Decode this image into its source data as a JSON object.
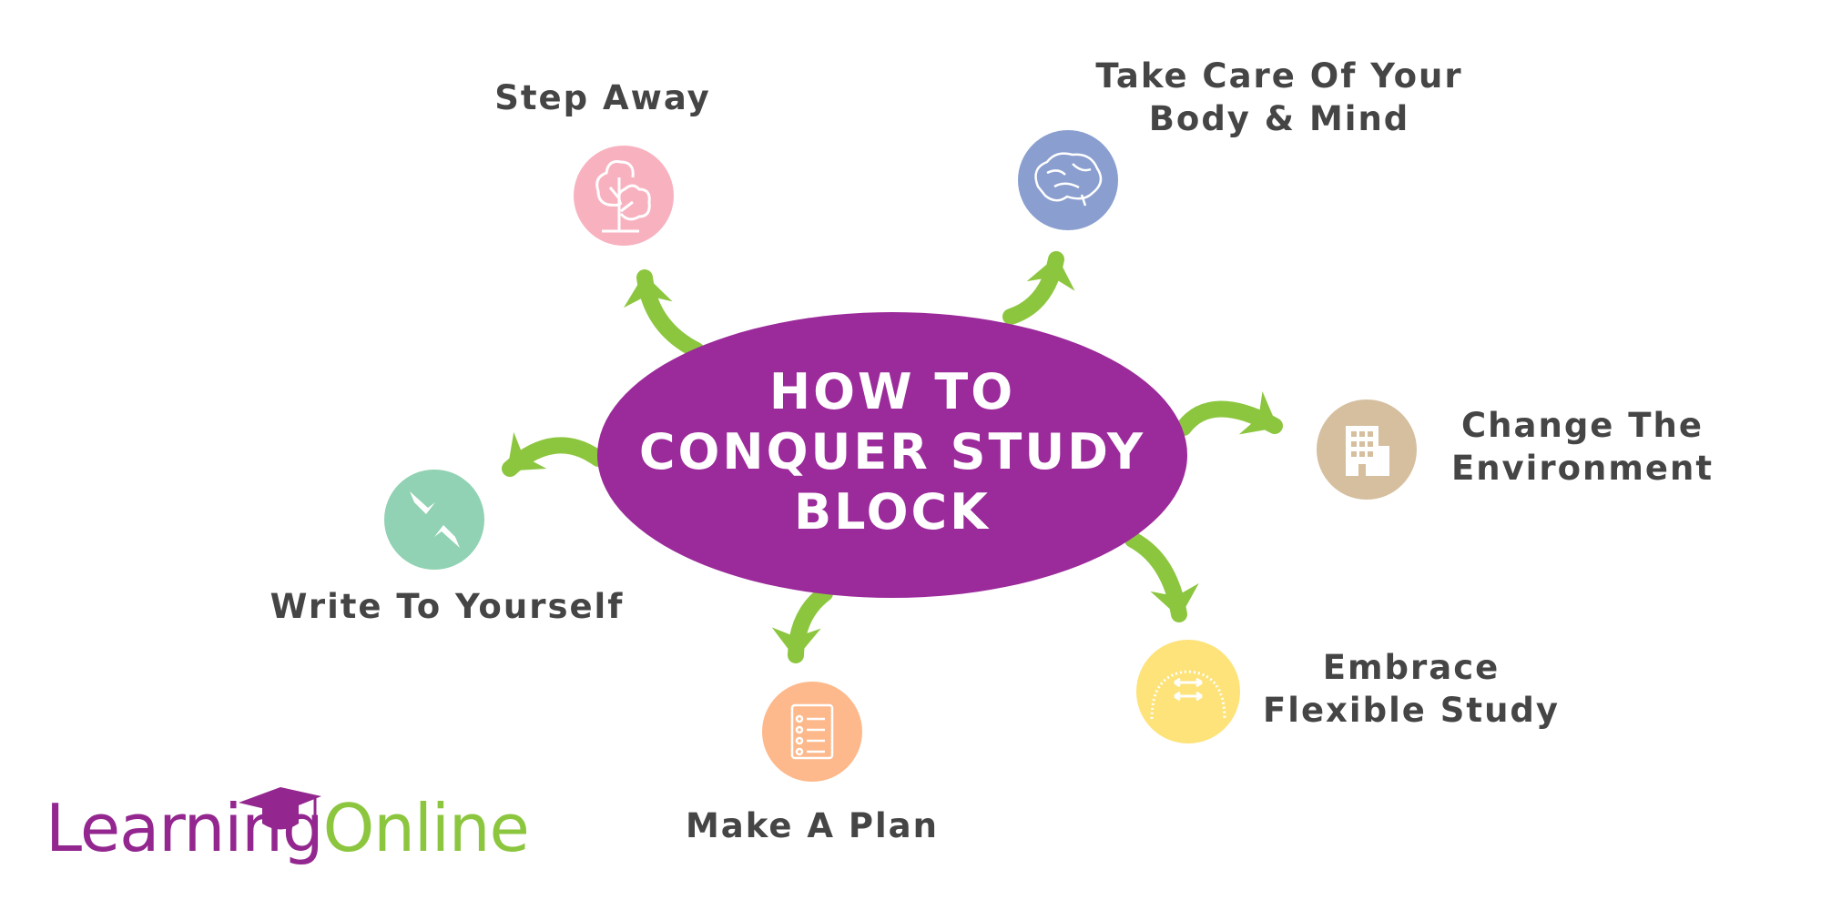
{
  "center": {
    "title_lines": [
      "HOW TO",
      "CONQUER STUDY",
      "BLOCK"
    ]
  },
  "nodes": [
    {
      "id": "step-away",
      "lines": [
        "Step Away"
      ],
      "icon": "tree-icon",
      "color": "#f8b2bf"
    },
    {
      "id": "body-mind",
      "lines": [
        "Take Care Of Your",
        "Body & Mind"
      ],
      "icon": "brain-icon",
      "color": "#8a9fcf"
    },
    {
      "id": "environment",
      "lines": [
        "Change The",
        "Environment"
      ],
      "icon": "building-icon",
      "color": "#d5bf9f"
    },
    {
      "id": "flexible",
      "lines": [
        "Embrace",
        "Flexible Study"
      ],
      "icon": "flexible-arc-icon",
      "color": "#fde37a"
    },
    {
      "id": "plan",
      "lines": [
        "Make A Plan"
      ],
      "icon": "checklist-icon",
      "color": "#fdb98b"
    },
    {
      "id": "write",
      "lines": [
        "Write To Yourself"
      ],
      "icon": "hands-icon",
      "color": "#90d2b3"
    }
  ],
  "colors": {
    "center": "#9b2a9a",
    "arrow": "#8cc63f",
    "text": "#454545"
  },
  "logo": {
    "part1": "Learning",
    "part2": "Online"
  }
}
